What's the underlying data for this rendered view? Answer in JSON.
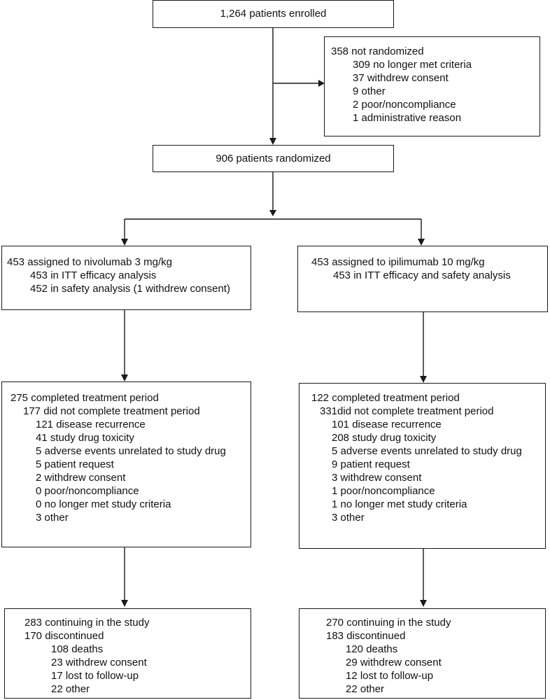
{
  "flow": {
    "enrolled": "1,264 patients enrolled",
    "not_randomized": {
      "header": "358 not randomized",
      "items": [
        "309 no longer met criteria",
        "37 withdrew consent",
        "9 other",
        "2 poor/noncompliance",
        "1 administrative reason"
      ]
    },
    "randomized": "906 patients randomized",
    "nivolumab_arm": {
      "assigned": {
        "header": "453 assigned to nivolumab 3 mg/kg",
        "items": [
          "453 in ITT efficacy analysis",
          "452 in safety analysis (1 withdrew consent)"
        ]
      },
      "treatment": {
        "completed": "275 completed treatment period",
        "not_completed": "177 did not complete treatment period",
        "reasons": [
          "121 disease recurrence",
          "41 study drug toxicity",
          "5 adverse events unrelated to study drug",
          "5 patient request",
          "2 withdrew consent",
          "0 poor/noncompliance",
          "0 no longer met study criteria",
          "3 other"
        ]
      },
      "followup": {
        "continuing": "283 continuing in the study",
        "discontinued": "170 discontinued",
        "reasons": [
          "108 deaths",
          "23 withdrew consent",
          "17 lost to follow-up",
          "22 other"
        ]
      }
    },
    "ipilimumab_arm": {
      "assigned": {
        "header": "453 assigned to ipilimumab 10 mg/kg",
        "items": [
          "453 in ITT efficacy and safety analysis"
        ]
      },
      "treatment": {
        "completed": "122 completed treatment period",
        "not_completed": "331did not complete treatment period",
        "reasons": [
          "101 disease recurrence",
          "208 study drug toxicity",
          "5 adverse events unrelated to study drug",
          "9 patient request",
          "3 withdrew consent",
          "1 poor/noncompliance",
          "1 no longer met study criteria",
          "3 other"
        ]
      },
      "followup": {
        "continuing": "270 continuing in the study",
        "discontinued": "183 discontinued",
        "reasons": [
          "120 deaths",
          "29 withdrew consent",
          "12 lost to follow-up",
          "22 other"
        ]
      }
    }
  }
}
